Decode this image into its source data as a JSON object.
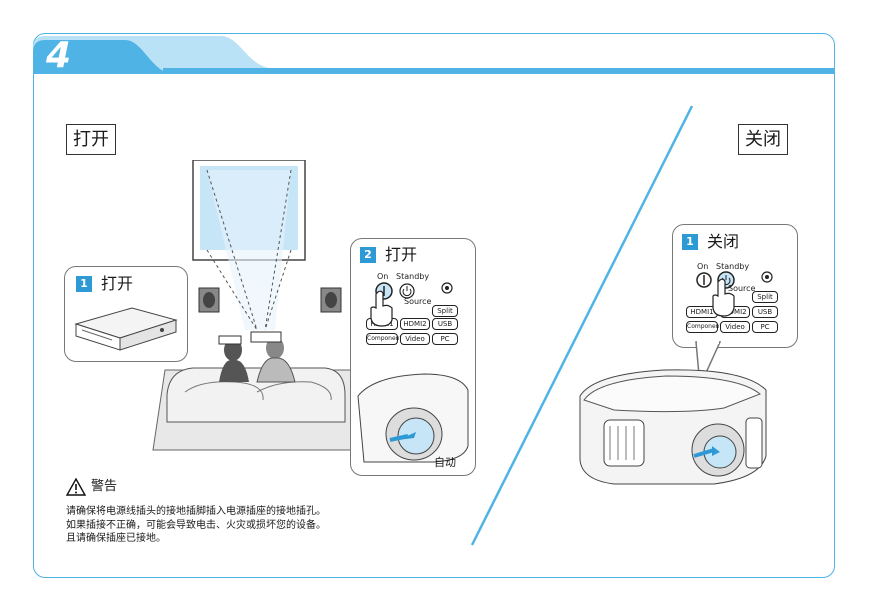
{
  "step": {
    "number": "4"
  },
  "power_on": {
    "label": "打开"
  },
  "power_off": {
    "label": "关闭"
  },
  "on_step1": {
    "badge": "1",
    "title": "打开"
  },
  "on_step2": {
    "badge": "2",
    "title": "打开"
  },
  "off_step1": {
    "badge": "1",
    "title": "关闭"
  },
  "remote": {
    "on_label": "On",
    "standby_label": "Standby",
    "source_label": "Source",
    "buttons": {
      "split": "Split",
      "hdmi1": "HDMI1",
      "hdmi2": "HDMI2",
      "usb": "USB",
      "component": "Component",
      "video": "Video",
      "pc": "PC"
    }
  },
  "lens_cover": {
    "label": "自动"
  },
  "warning": {
    "title": "警告",
    "lines": [
      "请确保将电源线插头的接地插脚插入电源插座的接地插孔。",
      "如果插接不正确，可能会导致电击、火灾或损坏您的设备。",
      "且请确保插座已接地。"
    ]
  },
  "colors": {
    "accent": "#4fb3e6",
    "badge": "#2d9ad6",
    "panel_fill": "#d9eef9"
  }
}
